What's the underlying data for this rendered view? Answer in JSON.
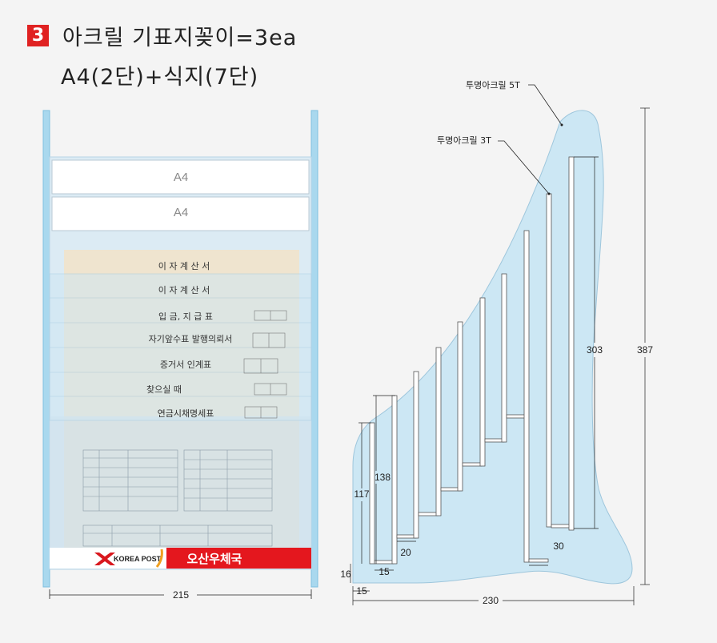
{
  "header": {
    "badge_number": "3",
    "title_line1": "아크릴 기표지꽂이=3ea",
    "title_line2": "A4(2단)+식지(7단)"
  },
  "front_view": {
    "a4_slots": [
      "A4",
      "A4"
    ],
    "form_titles": [
      "이 자 계 산 서",
      "이 자 계 산 서",
      "입 금, 지 급 표",
      "자기앞수표 발행의뢰서",
      "증거서 인계표",
      "찾으실 때",
      "연금시채명세표"
    ],
    "brand_text": "KOREA POST",
    "office_name": "오산우체국",
    "width_dim": "215"
  },
  "side_view": {
    "label_5t": "투명아크릴 5T",
    "label_3t": "투명아크릴 3T",
    "dims": {
      "total_height": "387",
      "tall_slot": "303",
      "shelf_138": "138",
      "shelf_117": "117",
      "step_20": "20",
      "step_15": "15",
      "step_30": "30",
      "base_16": "16",
      "base_15": "15",
      "total_width": "230"
    }
  }
}
